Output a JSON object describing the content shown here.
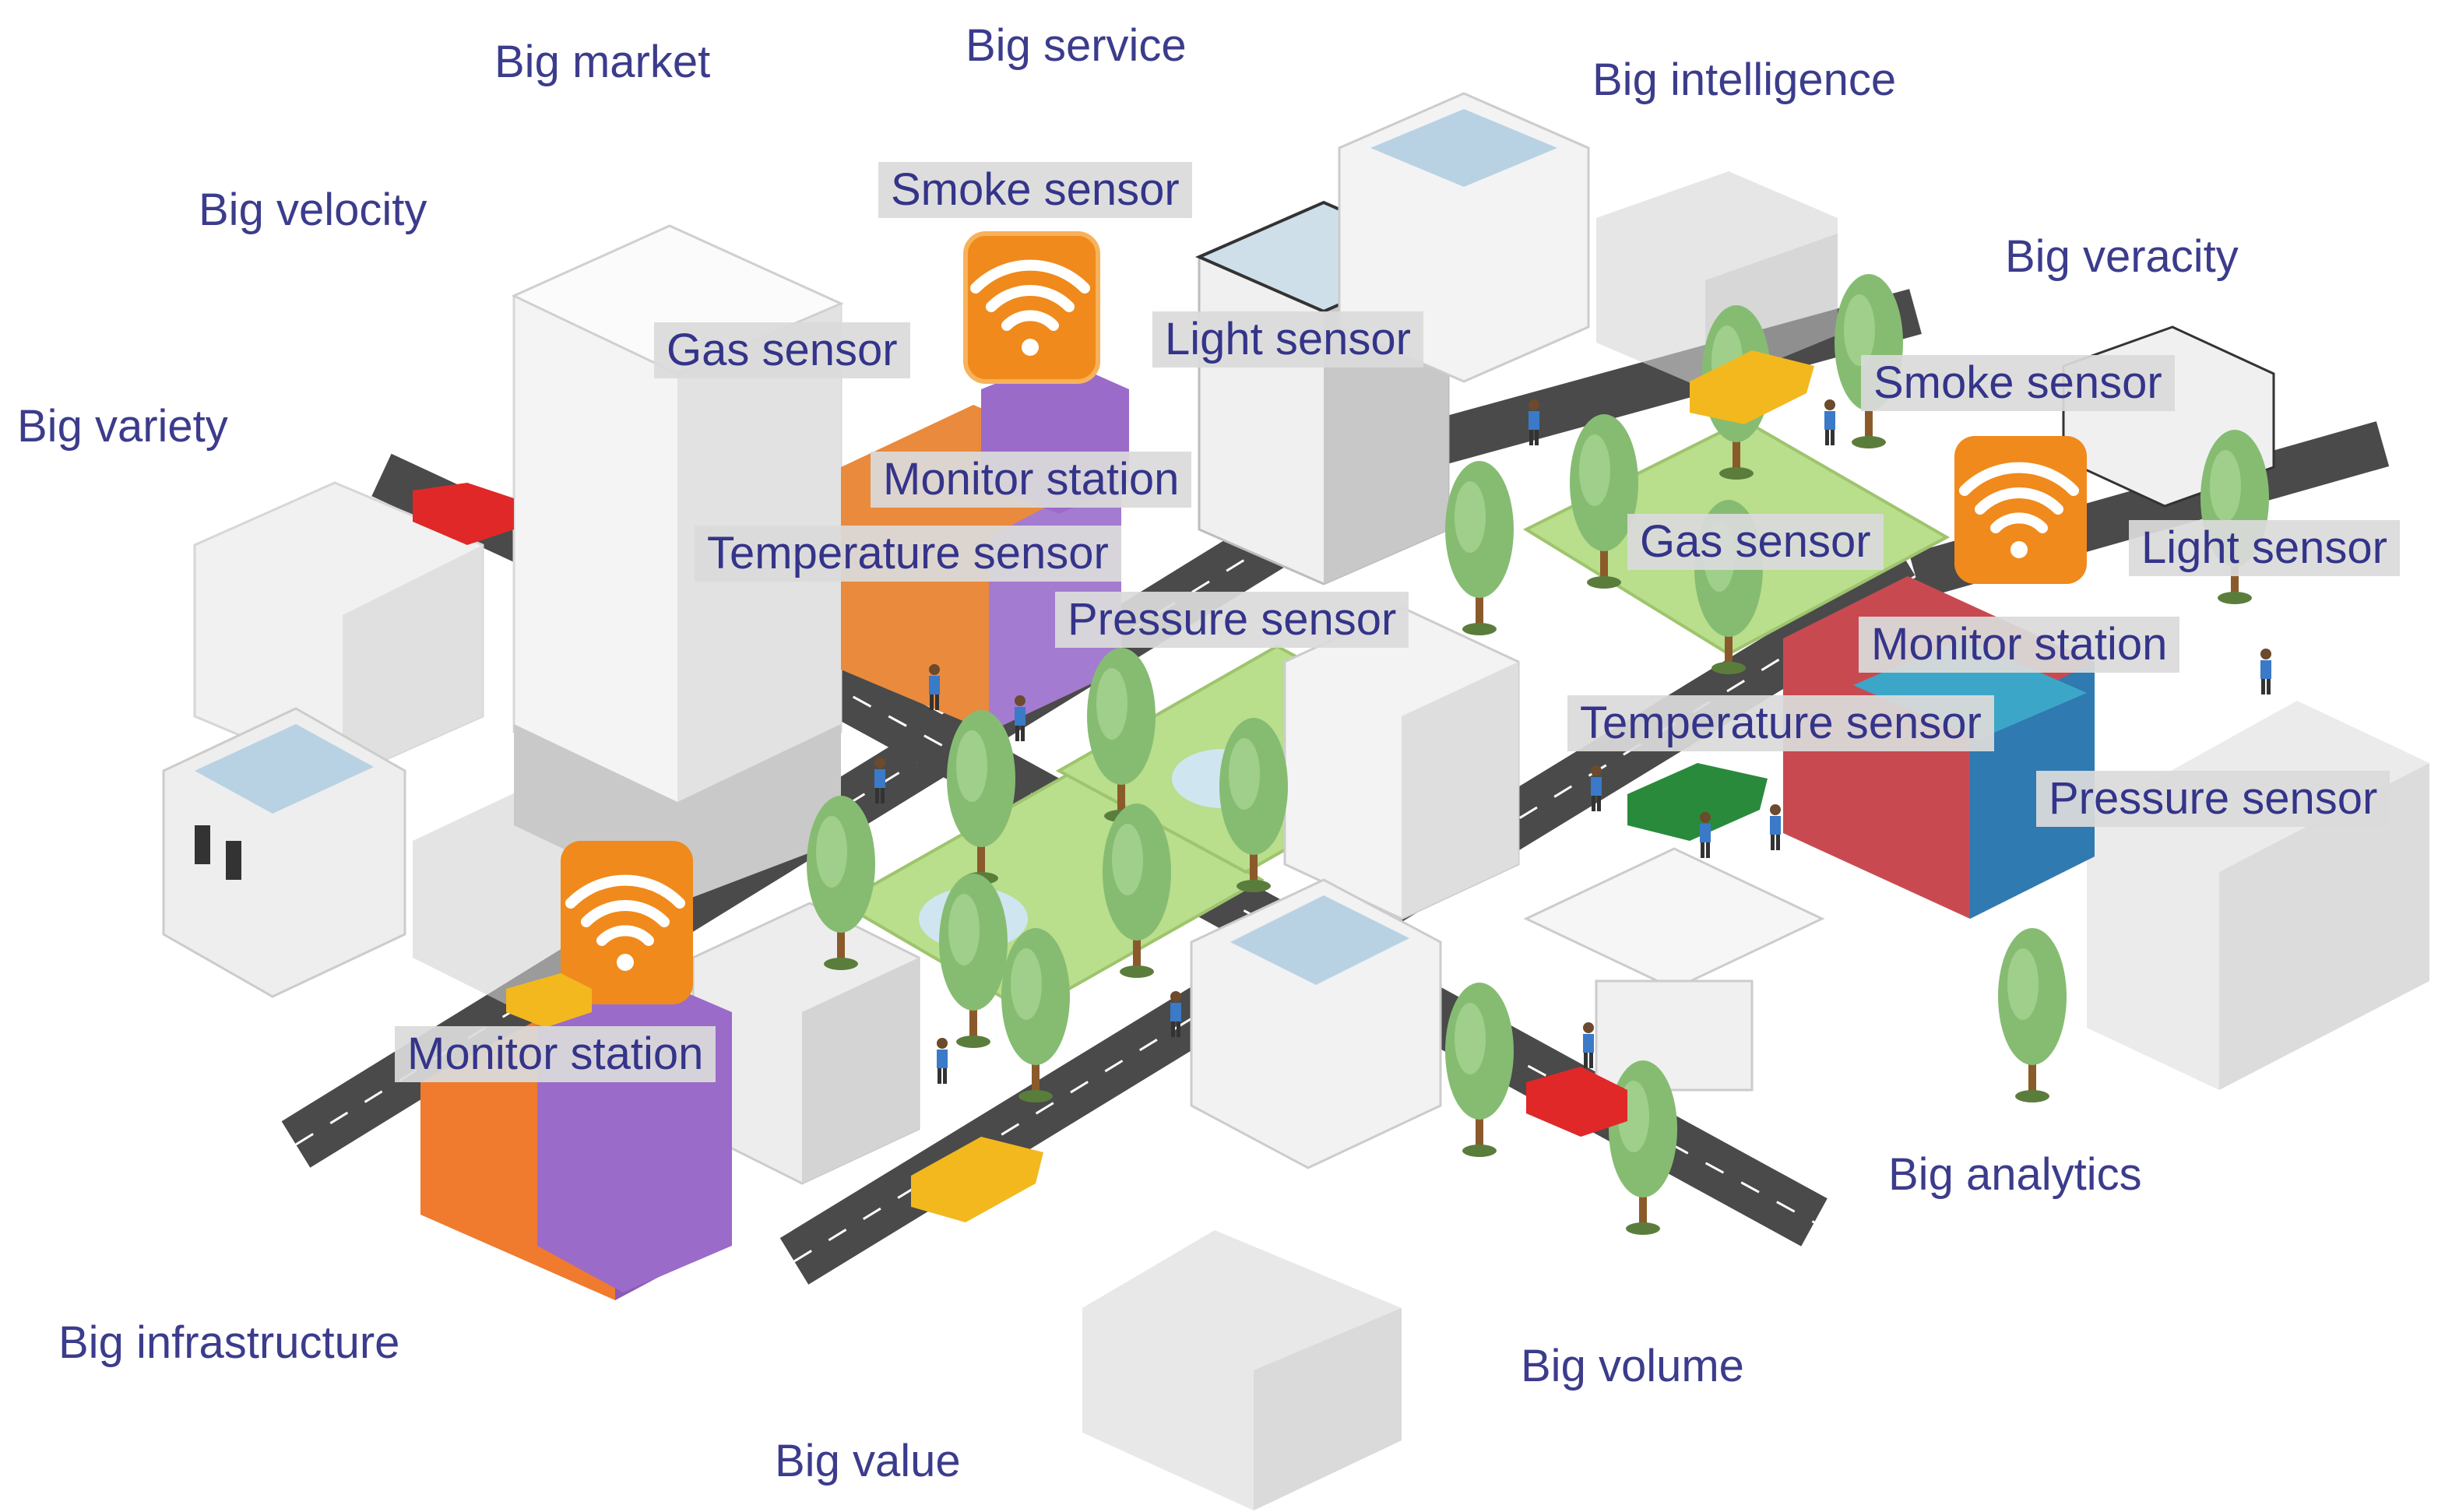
{
  "colors": {
    "label_text": "#3c3c8c",
    "tag_background": "#dadada",
    "road": "#4a4a4a",
    "park": "#b9de8c",
    "tree": "#86bc72",
    "trunk": "#8b5a2b",
    "station_orange": "#f08a1c",
    "station_purple": "#8a5ab8",
    "car_yellow": "#f2b81e",
    "car_red": "#e02828",
    "car_green": "#2a8a3c"
  },
  "icons": [
    "wifi-icon",
    "building-icon",
    "tree-icon",
    "car-icon",
    "road-icon",
    "person-icon"
  ],
  "big_labels": {
    "market": "Big market",
    "service": "Big service",
    "intelligence": "Big intelligence",
    "velocity": "Big velocity",
    "veracity": "Big veracity",
    "variety": "Big variety",
    "analytics": "Big analytics",
    "infrastructure": "Big infrastructure",
    "volume": "Big volume",
    "value": "Big value"
  },
  "cluster_center": {
    "smoke": "Smoke sensor",
    "gas": "Gas sensor",
    "light": "Light sensor",
    "monitor": "Monitor station",
    "temperature": "Temperature sensor",
    "pressure": "Pressure sensor"
  },
  "cluster_right": {
    "smoke": "Smoke sensor",
    "gas": "Gas sensor",
    "light": "Light sensor",
    "monitor": "Monitor station",
    "temperature": "Temperature sensor",
    "pressure": "Pressure sensor"
  },
  "cluster_left": {
    "monitor": "Monitor station"
  }
}
